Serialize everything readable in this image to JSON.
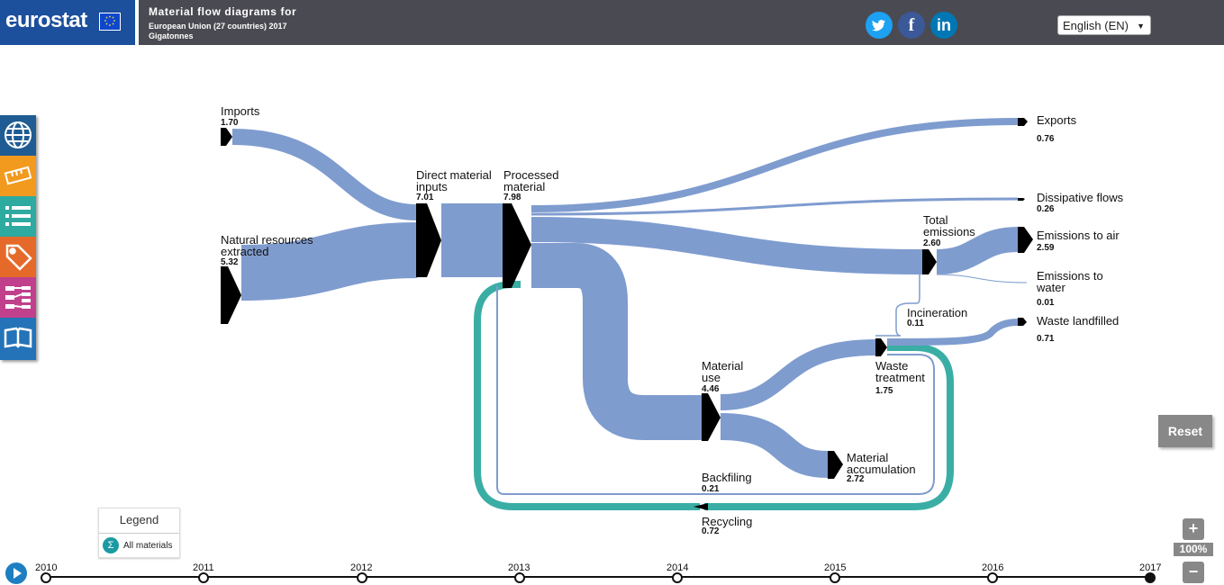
{
  "header": {
    "logo": "eurostat",
    "title": "Material flow diagrams for",
    "subtitle": "European Union (27 countries) 2017",
    "unit": "Gigatonnes",
    "language": "English (EN)"
  },
  "social": [
    "twitter",
    "facebook",
    "linkedin"
  ],
  "sidebar": [
    {
      "icon": "globe-icon",
      "color": "#1f5c93"
    },
    {
      "icon": "ruler-icon",
      "color": "#f29a1e"
    },
    {
      "icon": "list-icon",
      "color": "#2eaaa0"
    },
    {
      "icon": "tag-icon",
      "color": "#e56a2a"
    },
    {
      "icon": "flow-icon",
      "color": "#c0408c"
    },
    {
      "icon": "book-icon",
      "color": "#2473b8"
    }
  ],
  "nodes": {
    "imports": {
      "label": "Imports",
      "value": "1.70"
    },
    "natural_resources": {
      "label1": "Natural resources",
      "label2": "extracted",
      "value": "5.32"
    },
    "direct_material_inputs": {
      "label1": "Direct material",
      "label2": "inputs",
      "value": "7.01"
    },
    "processed_material": {
      "label1": "Processed",
      "label2": "material",
      "value": "7.98"
    },
    "exports": {
      "label": "Exports",
      "value": "0.76"
    },
    "dissipative_flows": {
      "label": "Dissipative flows",
      "value": "0.26"
    },
    "total_emissions": {
      "label1": "Total",
      "label2": "emissions",
      "value": "2.60"
    },
    "emissions_air": {
      "label": "Emissions to air",
      "value": "2.59"
    },
    "emissions_water": {
      "label1": "Emissions to",
      "label2": "water",
      "value": "0.01"
    },
    "incineration": {
      "label": "Incineration",
      "value": "0.11"
    },
    "waste_landfilled": {
      "label": "Waste landfilled",
      "value": "0.71"
    },
    "waste_treatment": {
      "label1": "Waste",
      "label2": "treatment",
      "value": "1.75"
    },
    "material_use": {
      "label1": "Material",
      "label2": "use",
      "value": "4.46"
    },
    "material_accumulation": {
      "label1": "Material",
      "label2": "accumulation",
      "value": "2.72"
    },
    "backfilling": {
      "label": "Backfiling",
      "value": "0.21"
    },
    "recycling": {
      "label": "Recycling",
      "value": "0.72"
    }
  },
  "colors": {
    "flow": "#7f9ccf",
    "recycling": "#3aaea5",
    "node": "#000000",
    "header": "#4a4a52",
    "brand": "#1c4f9c"
  },
  "legend": {
    "title": "Legend",
    "item": "All materials"
  },
  "controls": {
    "reset": "Reset",
    "zoom": "100%",
    "zoom_in": "+",
    "zoom_out": "−"
  },
  "timeline": {
    "years": [
      "2010",
      "2011",
      "2012",
      "2013",
      "2014",
      "2015",
      "2016",
      "2017"
    ],
    "selected": "2017"
  }
}
